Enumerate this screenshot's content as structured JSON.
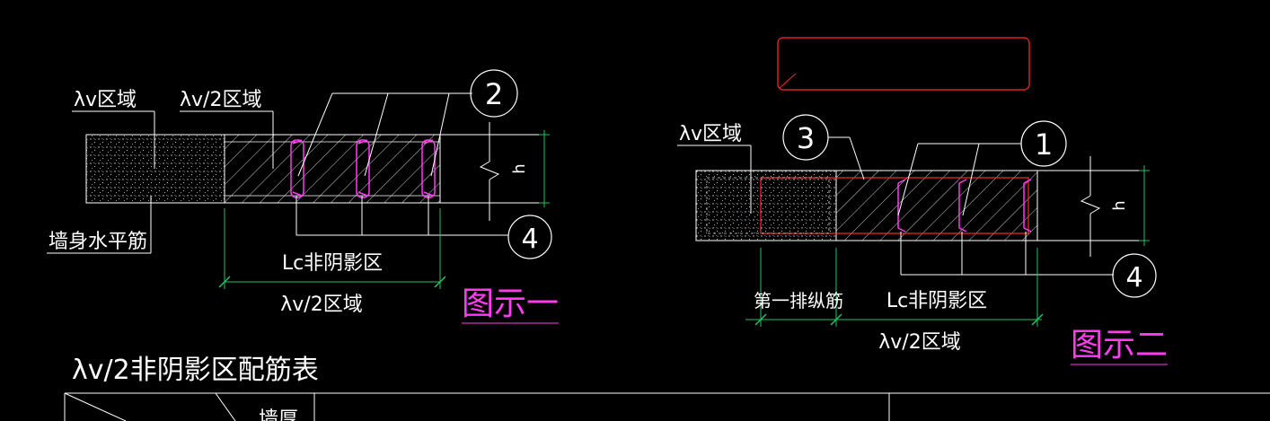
{
  "colors": {
    "background": "#000000",
    "line": "#ffffff",
    "dimension": "#22c55e",
    "stirrup": "#ff3cf0",
    "red": "#ff2a2a",
    "caption": "#ff3cf0"
  },
  "figure1": {
    "label_lv_zone": "λv区域",
    "label_lv2_zone": "λv/2区域",
    "label_wall_bar": "墙身水平筋",
    "label_lc": "Lc非阴影区",
    "label_lv2_dim": "λv/2区域",
    "callout_2": "2",
    "callout_4": "4",
    "label_h": "h",
    "caption": "图示一"
  },
  "figure2": {
    "label_lv_zone": "λv区域",
    "label_first_row": "第一排纵筋",
    "label_lc": "Lc非阴影区",
    "label_lv2_dim": "λv/2区域",
    "callout_3": "3",
    "callout_1": "1",
    "callout_4": "4",
    "label_h": "h",
    "caption": "图示二"
  },
  "table": {
    "title": "λv/2非阴影区配筋表",
    "header_fragment": "墙厚"
  }
}
